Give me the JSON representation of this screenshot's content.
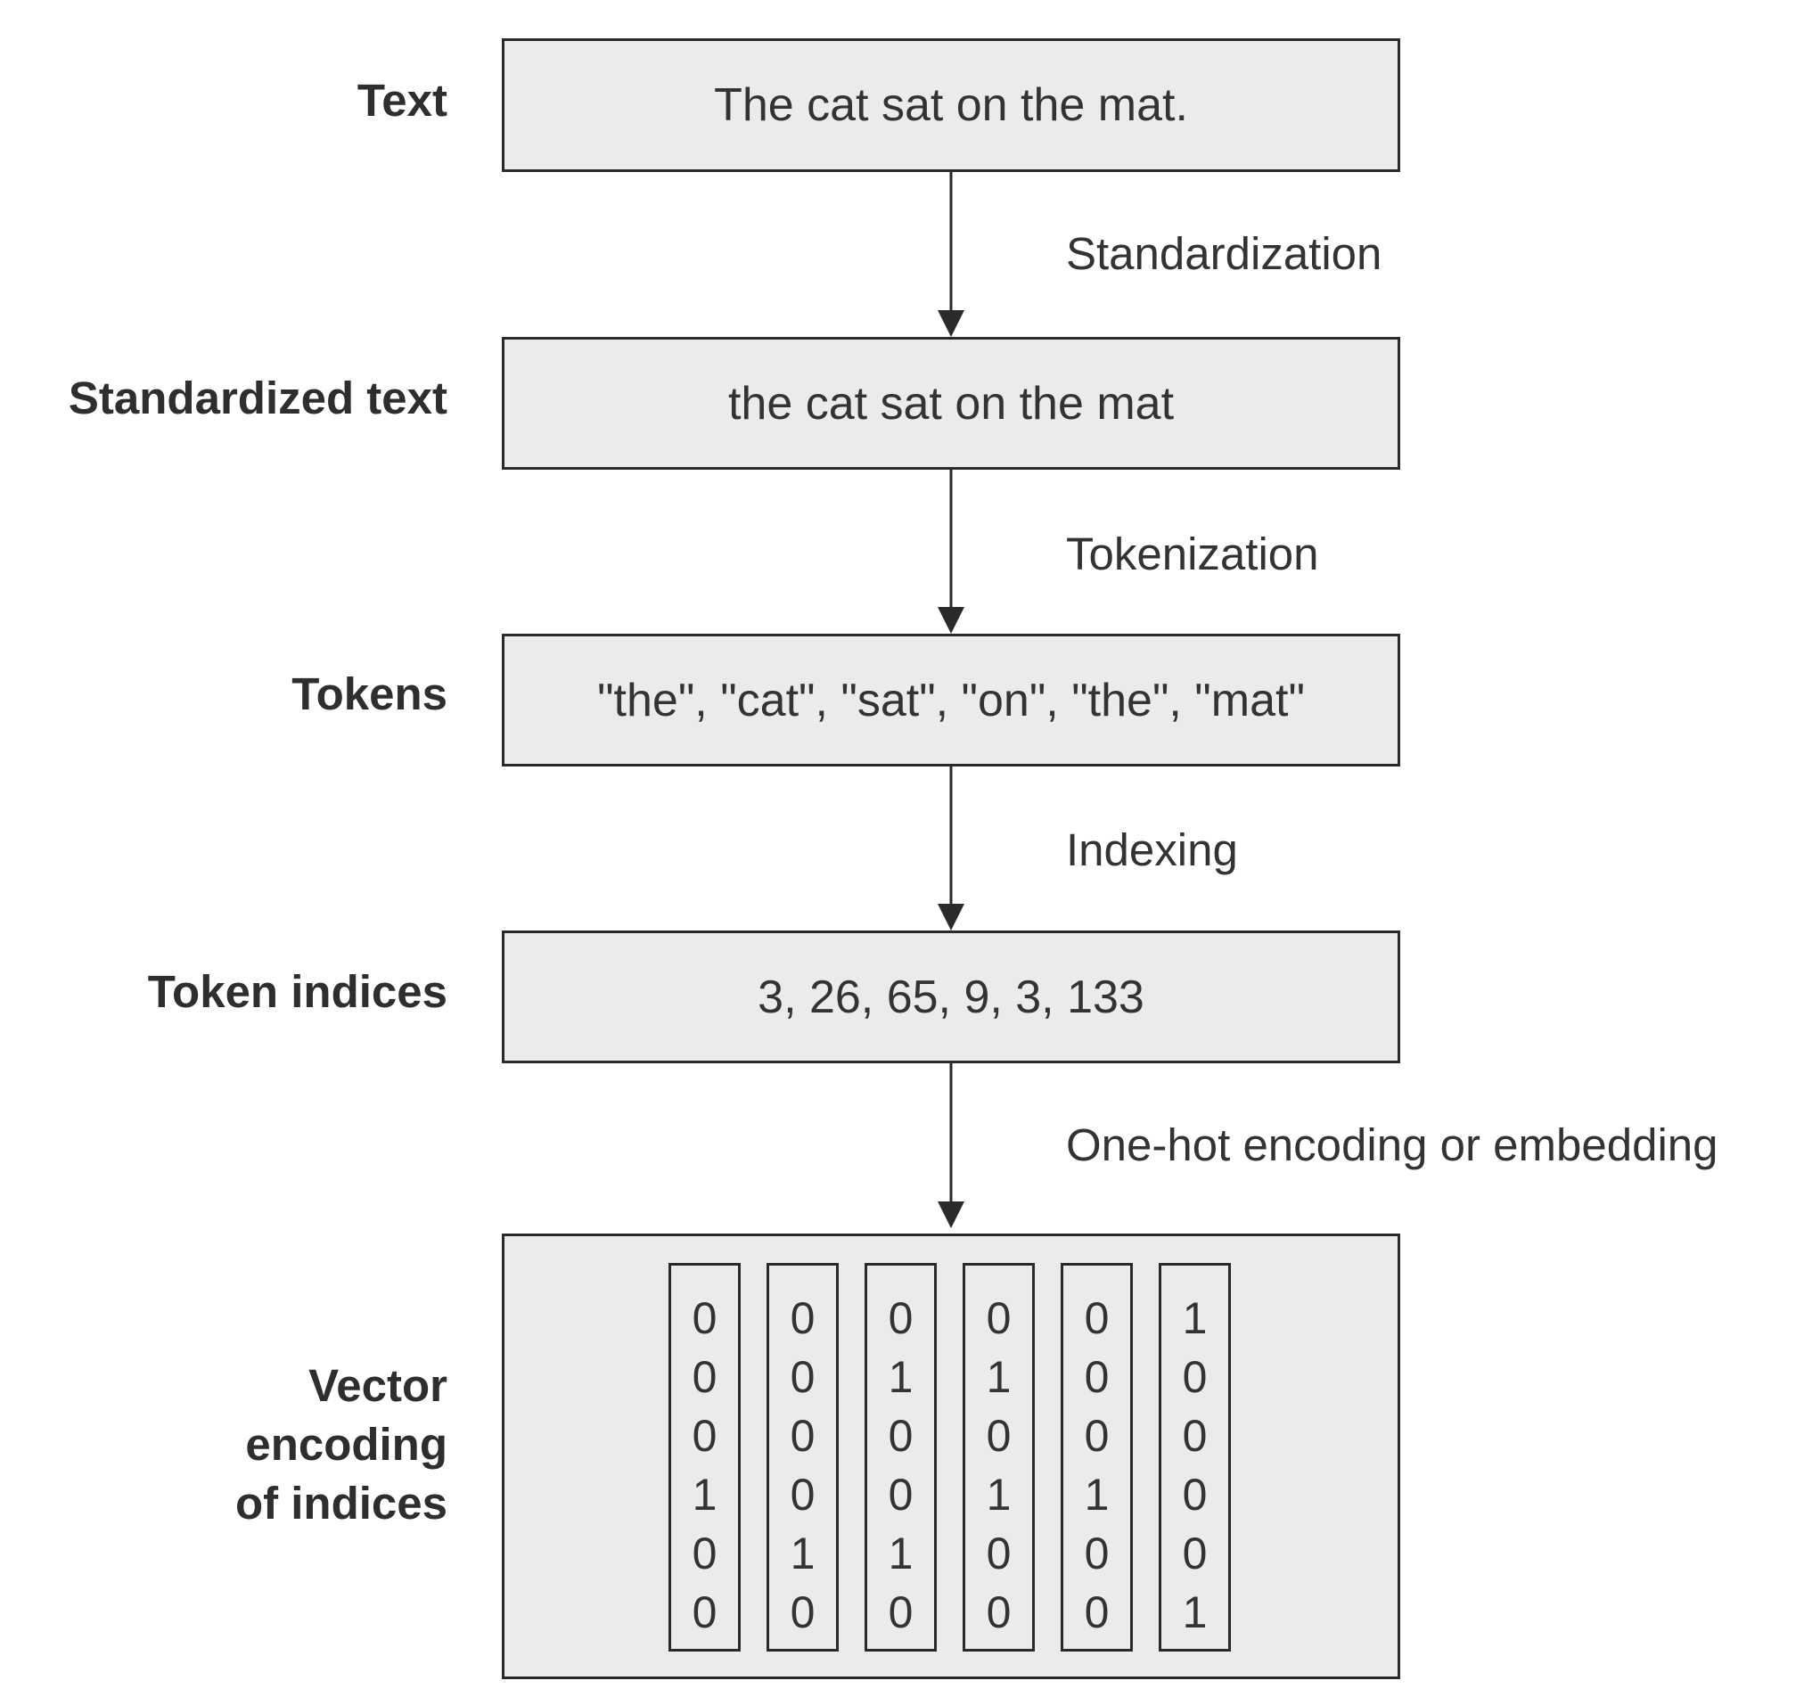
{
  "stages": [
    {
      "label": "Text",
      "content": "The cat sat on the mat."
    },
    {
      "label": "Standardized text",
      "content": "the cat sat on the mat"
    },
    {
      "label": "Tokens",
      "content": "\"the\", \"cat\", \"sat\", \"on\", \"the\", \"mat\""
    },
    {
      "label": "Token indices",
      "content": "3, 26, 65, 9, 3, 133"
    }
  ],
  "steps": [
    "Standardization",
    "Tokenization",
    "Indexing",
    "One-hot encoding or embedding"
  ],
  "vector_stage": {
    "label_lines": [
      "Vector",
      "encoding",
      "of indices"
    ],
    "columns": [
      [
        0,
        0,
        0,
        1,
        0,
        0
      ],
      [
        0,
        0,
        0,
        0,
        1,
        0
      ],
      [
        0,
        1,
        0,
        0,
        1,
        0
      ],
      [
        0,
        1,
        0,
        1,
        0,
        0
      ],
      [
        0,
        0,
        0,
        1,
        0,
        0
      ],
      [
        1,
        0,
        0,
        0,
        0,
        1
      ]
    ]
  },
  "colors": {
    "box_fill": "#ebebeb",
    "box_border": "#2a2a2a",
    "text": "#333333"
  }
}
